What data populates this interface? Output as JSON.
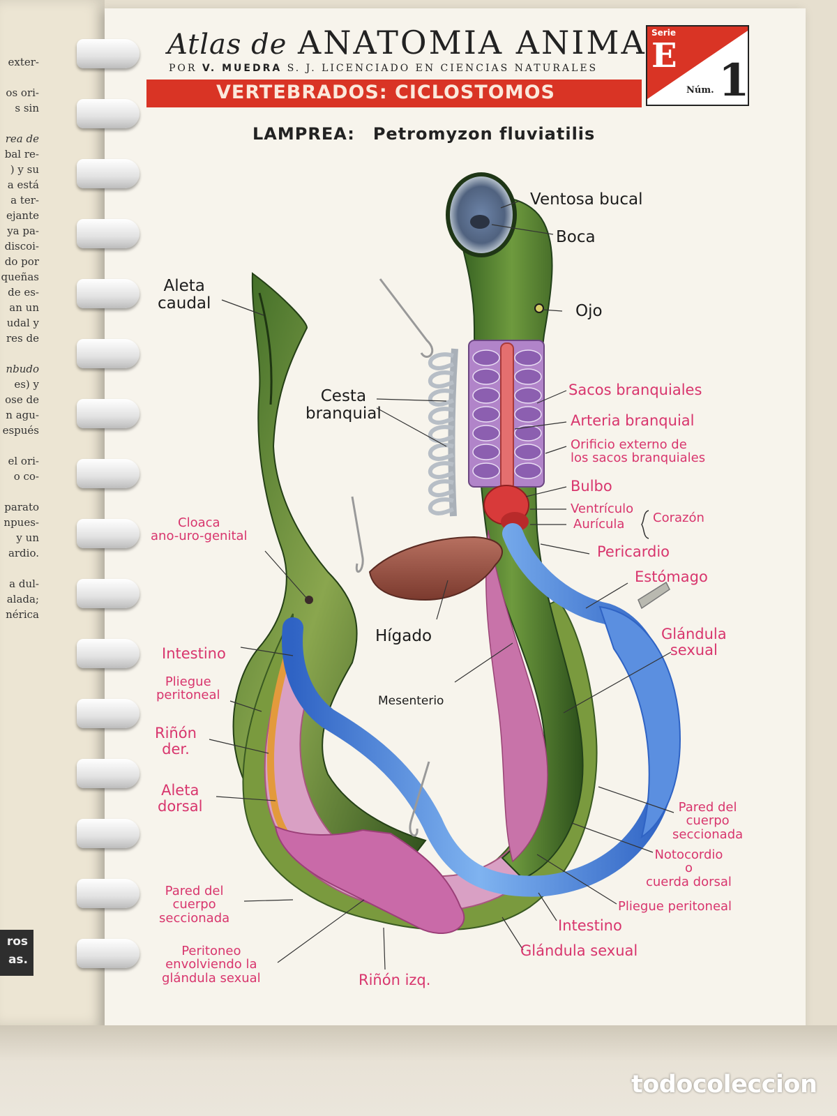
{
  "book": {
    "title_script": "Atlas de",
    "title_caps": "ANATOMIA ANIMAL",
    "author_line_pre": "POR",
    "author_name": "V. MUEDRA",
    "author_line_post": "S. J. LICENCIADO EN CIENCIAS NATURALES",
    "section_band": "VERTEBRADOS: CICLOSTOMOS",
    "serie_label": "Serie",
    "serie_letter": "E",
    "num_label": "Núm.",
    "num_value": "1",
    "species_common": "LAMPREA:",
    "species_latin": "Petromyzon fluviatilis"
  },
  "colors": {
    "band_red": "#d93425",
    "label_magenta": "#d8356d",
    "label_black": "#1c1c1c",
    "vessel_blue": "#3f7fd8",
    "body_green": "#4f7d32",
    "organ_pink": "#c96aa8"
  },
  "left_page": {
    "paragraphs": [
      [
        "exter-"
      ],
      [
        "os ori-",
        "s sin"
      ],
      [
        "rea de",
        "bal re-",
        ") y su",
        "a está",
        "a ter-",
        "ejante",
        "ya pa-",
        "discoi-",
        "do por",
        "queñas",
        "de es-",
        "an un",
        "udal y",
        "res de"
      ],
      [
        "nbudo",
        "es) y",
        "ose de",
        "n agu-",
        "espués"
      ],
      [
        "el ori-",
        "o co-"
      ],
      [
        "parato",
        "npues-",
        "y un",
        "ardio."
      ],
      [
        "a dul-",
        "alada;",
        "nérica"
      ]
    ],
    "tab_lines": [
      "ros",
      "as."
    ]
  },
  "labels": {
    "ventosa": "Ventosa bucal",
    "boca": "Boca",
    "aleta_caudal": "Aleta\ncaudal",
    "ojo": "Ojo",
    "cesta": "Cesta\nbranquial",
    "sacos": "Sacos branquiales",
    "arteria": "Arteria branquial",
    "orificio": "Orificio externo de\nlos sacos branquiales",
    "bulbo": "Bulbo",
    "ventriculo": "Ventrículo",
    "auricula": "Aurícula",
    "corazon": "Corazón",
    "cloaca": "Cloaca\nano-uro-genital",
    "pericardio": "Pericardio",
    "estomago": "Estómago",
    "higado": "Hígado",
    "glandula_sexual_r": "Glándula\nsexual",
    "intestino_l": "Intestino",
    "pliegue_l": "Pliegue\nperitoneal",
    "mesenterio": "Mesenterio",
    "rinon_der": "Riñón\nder.",
    "aleta_dorsal": "Aleta\ndorsal",
    "pared_r": "Pared del\ncuerpo\nseccionada",
    "notocordio": "Notocordio\no\ncuerda dorsal",
    "pliegue_r": "Pliegue peritoneal",
    "pared_l": "Pared del\ncuerpo\nseccionada",
    "intestino_b": "Intestino",
    "glandula_b": "Glándula sexual",
    "peritoneo": "Peritoneo\nenvolviendo la\nglándula sexual",
    "rinon_izq": "Riñón izq."
  },
  "watermark": "todocoleccion"
}
